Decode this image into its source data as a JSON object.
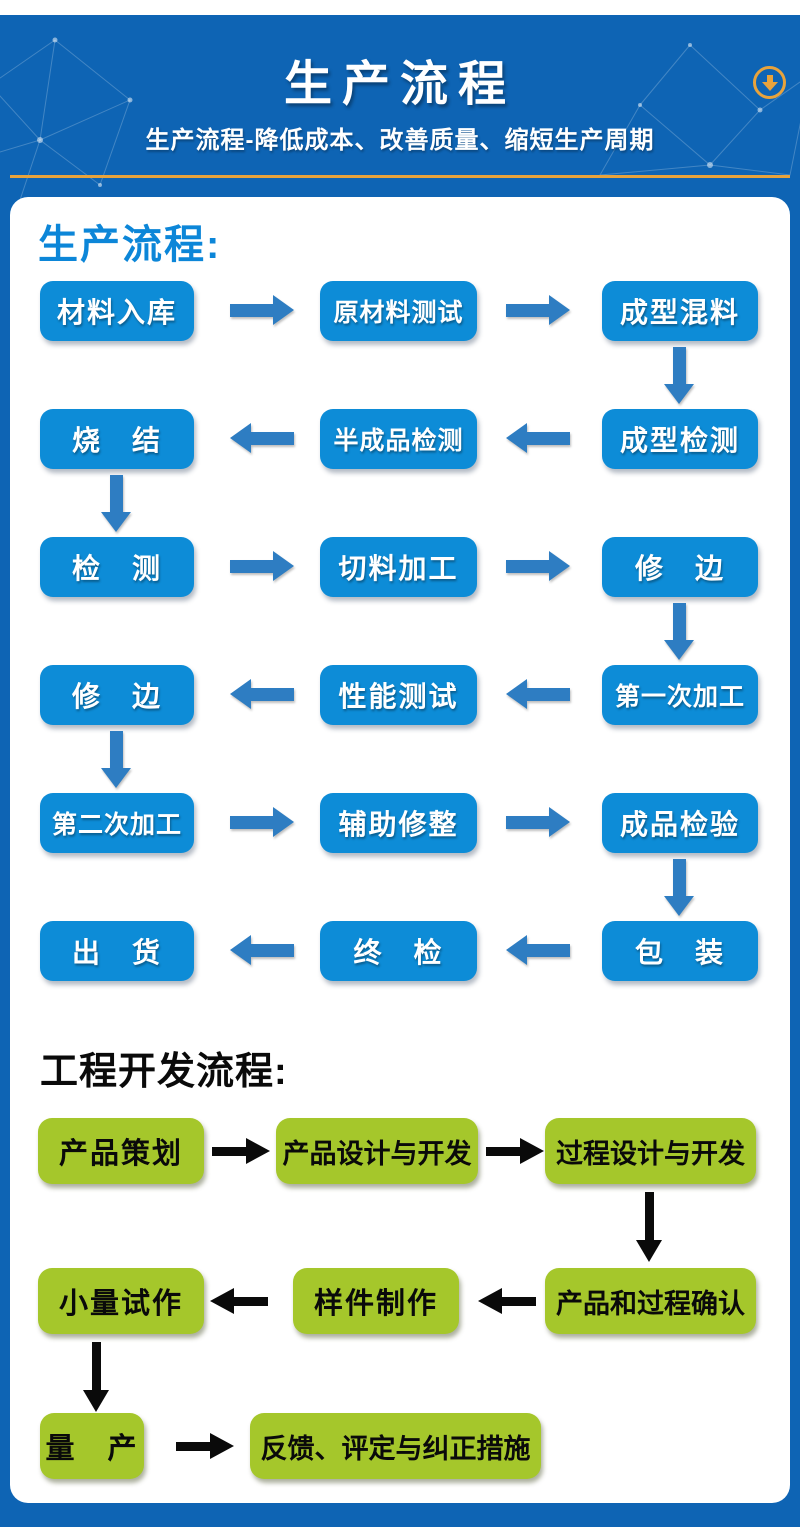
{
  "colors": {
    "page_blue": "#0e64b4",
    "process_box_blue": "#0d8cd7",
    "process_arrow_blue": "#2e7dc2",
    "dev_box_green": "#a5c72b",
    "accent_gold": "#e8a33c",
    "heading_blue": "#0c86d8"
  },
  "header": {
    "title": "生产流程",
    "subtitle": "生产流程-降低成本、改善质量、缩短生产周期",
    "download_icon": "gold-circle-down-arrow"
  },
  "production_flow": {
    "heading": "生产流程:",
    "rows": [
      {
        "direction": "right",
        "cells": [
          "材料入库",
          "原材料测试",
          "成型混料"
        ]
      },
      {
        "direction": "left",
        "cells": [
          "烧　结",
          "半成品检测",
          "成型检测"
        ]
      },
      {
        "direction": "right",
        "cells": [
          "检　测",
          "切料加工",
          "修　边"
        ]
      },
      {
        "direction": "left",
        "cells": [
          "修　边",
          "性能测试",
          "第一次加工"
        ]
      },
      {
        "direction": "right",
        "cells": [
          "第二次加工",
          "辅助修整",
          "成品检验"
        ]
      },
      {
        "direction": "left",
        "cells": [
          "出　货",
          "终　检",
          "包　装"
        ]
      }
    ]
  },
  "development_flow": {
    "heading": "工程开发流程:",
    "rows": [
      {
        "direction": "right",
        "cells": [
          "产品策划",
          "产品设计与开发",
          "过程设计与开发"
        ]
      },
      {
        "direction": "left",
        "cells": [
          "小量试作",
          "样件制作",
          "产品和过程确认"
        ]
      },
      {
        "direction": "right",
        "cells": [
          "量　产",
          "反馈、评定与纠正措施"
        ]
      }
    ]
  }
}
